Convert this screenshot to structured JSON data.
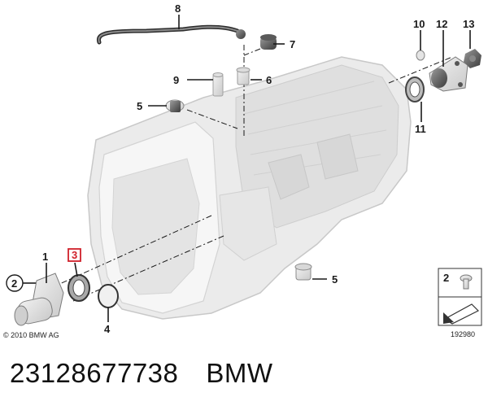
{
  "diagram": {
    "callouts": [
      "1",
      "2",
      "3",
      "4",
      "5",
      "6",
      "7",
      "8",
      "9",
      "10",
      "11",
      "12",
      "13"
    ],
    "copyright": "© 2010 BMW AG",
    "inset_part": "2",
    "reference_number": "192980",
    "highlight_color": "#d0202a"
  },
  "caption": {
    "part_number": "23128677738",
    "brand": "BMW"
  }
}
